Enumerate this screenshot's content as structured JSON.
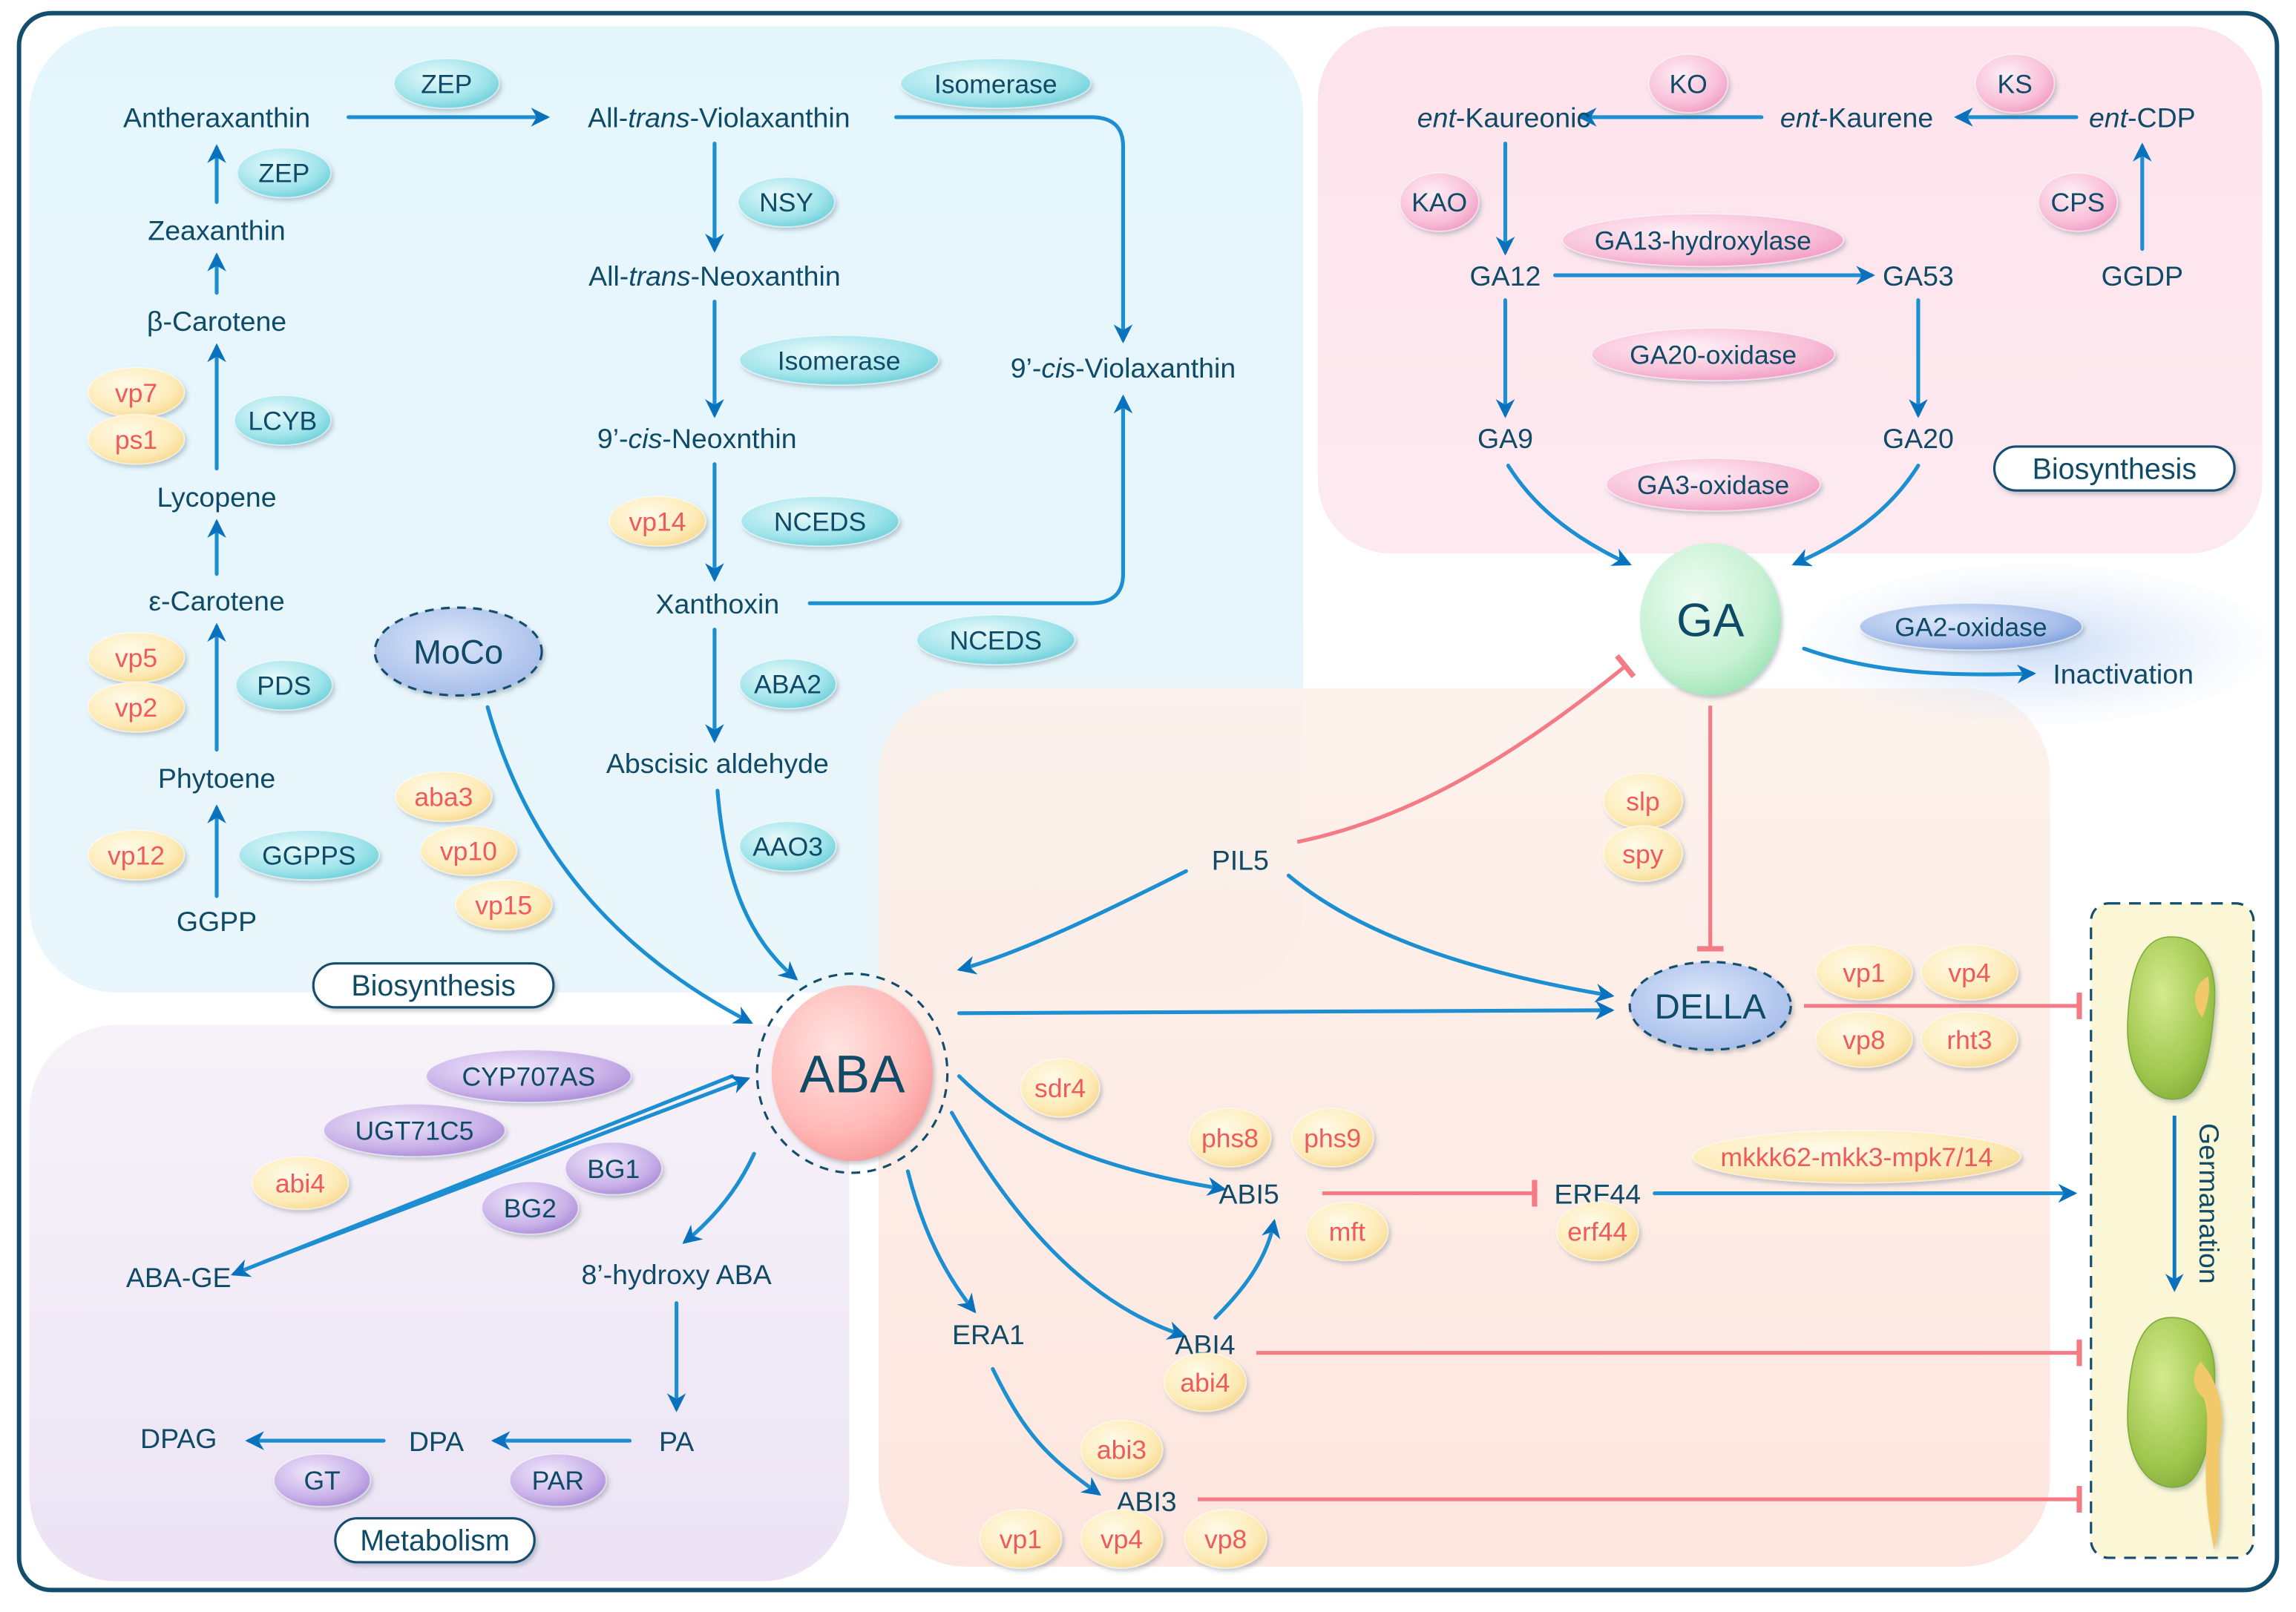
{
  "figure": {
    "title": "ABA and GA pathways in seed dormancy and germination",
    "colors": {
      "border": "#134e6e",
      "text": "#0f4a66",
      "arrow": "#0a78c2",
      "arrow_light": "#5fd0f0",
      "inhibit": "#f47a86",
      "mutant_text": "#f05a5a",
      "mutant_fill": "#fdf1c4",
      "carotenoid_enzyme_fill": "#8fdde6",
      "ga_enzyme_fill": "#f8bcd6",
      "metabolism_enzyme_fill": "#c7aee6",
      "aba_fill": "#ffb7b7",
      "ga_fill": "#c8f3d4",
      "della_fill": "#aec6ee",
      "moco_fill": "#a9bde8",
      "seed_fill": "#9cc44a",
      "germ_box_fill": "#fbf7d6",
      "region_aba_biosynthesis": "#dff3fb",
      "region_ga_biosynthesis": "#fde0ea",
      "region_metabolism": "#ece3f5",
      "region_signaling": "#fde9de"
    }
  },
  "section_labels": {
    "aba_biosynthesis": "Biosynthesis",
    "ga_biosynthesis": "Biosynthesis",
    "metabolism": "Metabolism",
    "germination": "Germanation"
  },
  "aba_biosynthesis": {
    "compounds": {
      "ggpp": "GGPP",
      "phytoene": "Phytoene",
      "e_carotene": "ε-Carotene",
      "lycopene": "Lycopene",
      "b_carotene": "β-Carotene",
      "zeaxanthin": "Zeaxanthin",
      "antheraxanthin": "Antheraxanthin",
      "all_trans_violaxanthin": {
        "pre": "All-",
        "ital": "trans",
        "post": "-Violaxanthin"
      },
      "all_trans_neoxanthin": {
        "pre": "All-",
        "ital": "trans",
        "post": "-Neoxanthin"
      },
      "cis_neoxanthin": {
        "pre": "9’-",
        "ital": "cis",
        "post": "-Neoxnthin"
      },
      "cis_violaxanthin": {
        "pre": "9’-",
        "ital": "cis",
        "post": "-Violaxanthin"
      },
      "xanthoxin": "Xanthoxin",
      "abscisic_aldehyde": "Abscisic aldehyde"
    },
    "enzymes": {
      "ggpps": "GGPPS",
      "pds": "PDS",
      "lcyb": "LCYB",
      "zep1": "ZEP",
      "zep2": "ZEP",
      "isomerase_top": "Isomerase",
      "nsy": "NSY",
      "isomerase_mid": "Isomerase",
      "nceds1": "NCEDS",
      "nceds2": "NCEDS",
      "aba2": "ABA2",
      "aao3": "AAO3"
    },
    "cofactor": "MoCo",
    "mutants": {
      "vp12": "vp12",
      "vp5": "vp5",
      "vp2": "vp2",
      "vp7": "vp7",
      "ps1": "ps1",
      "vp14": "vp14",
      "aba3": "aba3",
      "vp10": "vp10",
      "vp15": "vp15"
    }
  },
  "ga_biosynthesis": {
    "compounds": {
      "ggdp": "GGDP",
      "ent_cdp": {
        "ital": "ent",
        "post": "-CDP"
      },
      "ent_kaurene": {
        "ital": "ent",
        "post": "-Kaurene"
      },
      "ent_kaureonic": {
        "ital": "ent",
        "post": "-Kaureonic"
      },
      "ga12": "GA12",
      "ga53": "GA53",
      "ga9": "GA9",
      "ga20": "GA20"
    },
    "enzymes": {
      "cps": "CPS",
      "ks": "KS",
      "ko": "KO",
      "kao": "KAO",
      "ga13": "GA13-hydroxylase",
      "ga20ox": "GA20-oxidase",
      "ga3ox": "GA3-oxidase",
      "ga2ox": "GA2-oxidase"
    },
    "inactivation": "Inactivation"
  },
  "hubs": {
    "aba": "ABA",
    "ga": "GA",
    "della": "DELLA",
    "pil5": "PIL5"
  },
  "metabolism": {
    "compounds": {
      "aba_ge": "ABA-GE",
      "hydroxy_aba": "8’-hydroxy ABA",
      "pa": "PA",
      "dpa": "DPA",
      "dpag": "DPAG"
    },
    "enzymes": {
      "cyp707as": "CYP707AS",
      "ugt71c5": "UGT71C5",
      "bg1": "BG1",
      "bg2": "BG2",
      "par": "PAR",
      "gt": "GT"
    },
    "mutants": {
      "abi4": "abi4"
    }
  },
  "signaling": {
    "nodes": {
      "abi5": "ABI5",
      "abi4": "ABI4",
      "abi3": "ABI3",
      "era1": "ERA1",
      "erf44": "ERF44"
    },
    "mutants": {
      "slp": "slp",
      "spy": "spy",
      "della_vp1": "vp1",
      "della_vp4": "vp4",
      "della_vp8": "vp8",
      "rht3": "rht3",
      "sdr4": "sdr4",
      "phs8": "phs8",
      "phs9": "phs9",
      "mft": "mft",
      "erf44": "erf44",
      "mapk": "mkkk62-mkk3-mpk7/14",
      "abi4": "abi4",
      "abi3": "abi3",
      "abi3_vp1": "vp1",
      "abi3_vp4": "vp4",
      "abi3_vp8": "vp8"
    }
  }
}
